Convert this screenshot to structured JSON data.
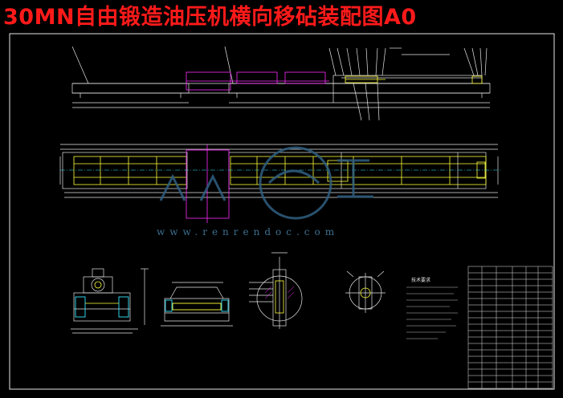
{
  "drawing": {
    "title": "30MN自由锻造油压机横向移砧装配图A0",
    "watermark_url": "www.renrendoc.com",
    "tech_requirements_title": "技术要求"
  },
  "colors": {
    "background": "#000000",
    "title": "#ff1a1a",
    "line_white": "#e6e6e6",
    "line_yellow": "#ffff3a",
    "line_magenta": "#ff2bff",
    "line_cyan": "#34e6ff",
    "watermark": "#3d6f8f"
  }
}
